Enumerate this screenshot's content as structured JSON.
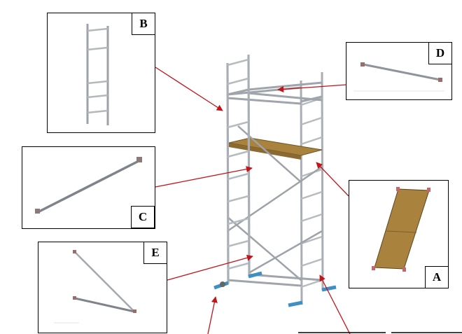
{
  "labels": {
    "A": "A",
    "B": "B",
    "C": "C",
    "D": "D",
    "E": "E"
  },
  "colors": {
    "arrow": "#c0151b",
    "frame": "#a9aeb4",
    "platform": "#a9823e",
    "foot": "#3f8fc2",
    "outline": "#000000"
  },
  "icons": {
    "arrow": "red-callout-arrow",
    "tower": "scaffold-tower-drawing"
  }
}
